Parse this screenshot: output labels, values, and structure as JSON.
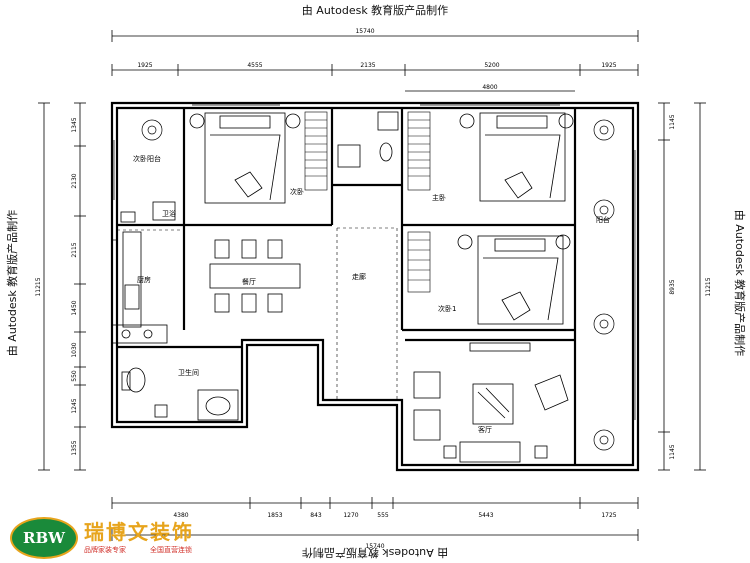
{
  "watermark": {
    "top": "由 Autodesk 教育版产品制作",
    "bottom": "由 Autodesk 教育版产品制作",
    "left": "由 Autodesk 教育版产品制作",
    "right": "由 Autodesk 教育版产品制作"
  },
  "dimensions": {
    "top_total": "15740",
    "top_segments": [
      "1925",
      "4555",
      "2135",
      "5200",
      "1925"
    ],
    "bottom_total": "15740",
    "bottom_segments": [
      "4380",
      "1853",
      "843",
      "1270",
      "555",
      "5443",
      "1725"
    ],
    "left_total": "11215",
    "left_segments": [
      "1345",
      "2130",
      "2115",
      "1450",
      "1030",
      "550",
      "1245",
      "1355"
    ],
    "right_total": "11215",
    "right_segments": [
      "1145",
      "8935",
      "1145"
    ],
    "inner_top": "4800"
  },
  "rooms": {
    "secondary_balcony": "次卧阳台",
    "secondary_bedroom": "次卧",
    "master_bedroom": "主卧",
    "kitchen": "厨房",
    "dining": "餐厅",
    "corridor": "走廊",
    "bedroom_1": "次卧1",
    "bathroom": "卫生间",
    "living_room": "客厅",
    "balcony": "阳台",
    "small_bath": "卫浴"
  },
  "logo": {
    "badge": "RBW",
    "name": "瑞博文装饰",
    "slogan_1": "品牌家装专家",
    "slogan_2": "全国直营连锁"
  }
}
